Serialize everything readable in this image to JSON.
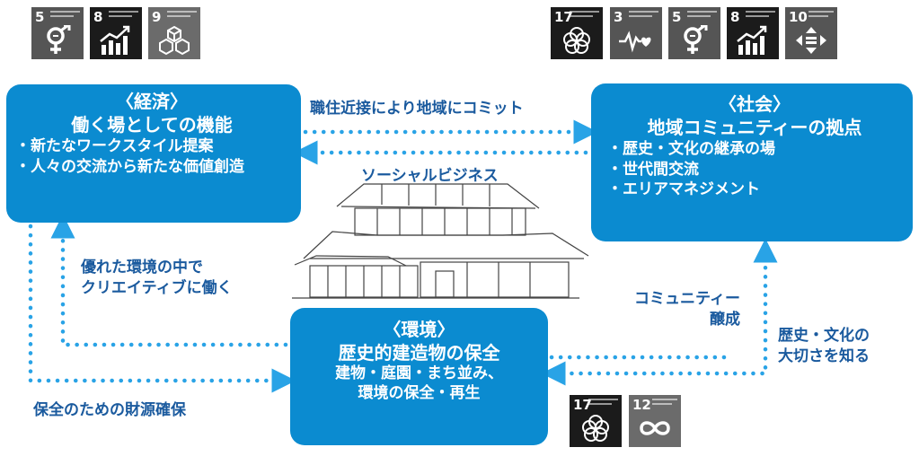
{
  "economy": {
    "title": "〈経済〉",
    "subtitle": "働く場としての機能",
    "bullets": [
      "・新たなワークスタイル提案",
      "・人々の交流から新たな価値創造"
    ]
  },
  "society": {
    "title": "〈社会〉",
    "subtitle": "地域コミュニティーの拠点",
    "bullets": [
      "・歴史・文化の継承の場",
      "・世代間交流",
      "・エリアマネジメント"
    ]
  },
  "environment": {
    "title": "〈環境〉",
    "subtitle": "歴史的建造物の保全",
    "lines": [
      "建物・庭園・まち並み、",
      "環境の保全・再生"
    ]
  },
  "labels": {
    "commit": "職住近接により地域にコミット",
    "social_business": "ソーシャルビジネス",
    "creative": [
      "優れた環境の中で",
      "クリエイティブに働く"
    ],
    "community": [
      "コミュニティー",
      "醸成"
    ],
    "history": [
      "歴史・文化の",
      "大切さを知る"
    ],
    "funding": "保全のための財源確保"
  },
  "sdg_tiles": {
    "economy": [
      {
        "number": "5",
        "color": "#555555",
        "icon": "gender-equality-icon"
      },
      {
        "number": "8",
        "color": "#1b1b1b",
        "icon": "growth-chart-icon"
      },
      {
        "number": "9",
        "color": "#6b6b6b",
        "icon": "cubes-icon"
      }
    ],
    "society": [
      {
        "number": "17",
        "color": "#1b1b1b",
        "icon": "partnership-flower-icon"
      },
      {
        "number": "3",
        "color": "#555555",
        "icon": "heartbeat-icon"
      },
      {
        "number": "5",
        "color": "#555555",
        "icon": "gender-equality-icon"
      },
      {
        "number": "8",
        "color": "#1b1b1b",
        "icon": "growth-chart-icon"
      },
      {
        "number": "10",
        "color": "#555555",
        "icon": "reduced-inequality-icon"
      }
    ],
    "environment": [
      {
        "number": "17",
        "color": "#1b1b1b",
        "icon": "partnership-flower-icon"
      },
      {
        "number": "12",
        "color": "#6b6b6b",
        "icon": "infinity-icon"
      }
    ]
  },
  "colors": {
    "box": "#0b8bd0",
    "arrow": "#29a3e6",
    "label": "#1a5a9e"
  }
}
